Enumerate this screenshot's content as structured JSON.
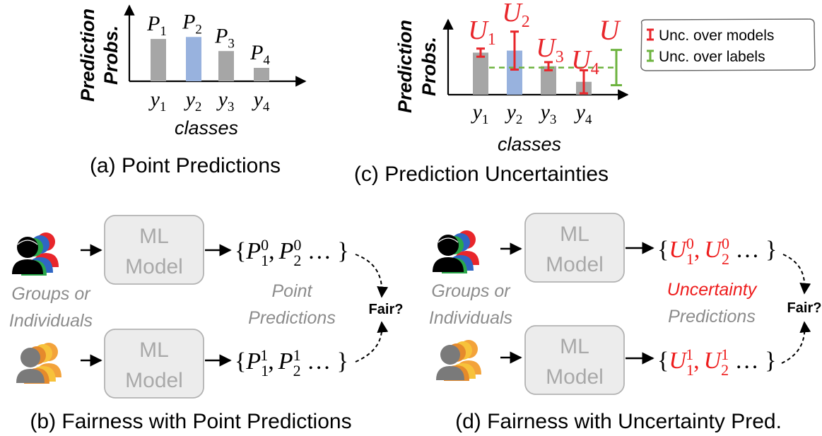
{
  "panel_a": {
    "caption": "(a) Point Predictions",
    "ylabel_line1": "Prediction",
    "ylabel_line2": "Probs.",
    "xlabel": "classes"
  },
  "panel_c": {
    "caption": "(c) Prediction Uncertainties",
    "ylabel_line1": "Prediction",
    "ylabel_line2": "Probs.",
    "xlabel": "classes",
    "overall_uncertainty_label": "U",
    "legend": {
      "models": "Unc. over models",
      "labels": "Unc. over labels"
    }
  },
  "panel_b": {
    "caption": "(b) Fairness with Point Predictions",
    "box_top_line1": "ML",
    "box_top_line2": "Model",
    "box_bottom_line1": "ML",
    "box_bottom_line2": "Model",
    "input_line1": "Groups or",
    "input_line2": "Individuals",
    "mid_line1": "Point",
    "mid_line2": "Predictions",
    "question": "Fair?",
    "out_top": {
      "open": "{",
      "sym": "P",
      "sub1": "1",
      "sub2": "2",
      "sup": "0",
      "comma": ",",
      "tail": " … }"
    },
    "out_bottom": {
      "open": "{",
      "sym": "P",
      "sub1": "1",
      "sub2": "2",
      "sup": "1",
      "comma": ",",
      "tail": " … }"
    }
  },
  "panel_d": {
    "caption": "(d) Fairness with Uncertainty Pred.",
    "box_top_line1": "ML",
    "box_top_line2": "Model",
    "box_bottom_line1": "ML",
    "box_bottom_line2": "Model",
    "input_line1": "Groups or",
    "input_line2": "Individuals",
    "mid_line1": "Uncertainty",
    "mid_line2": "Predictions",
    "question": "Fair?",
    "out_top": {
      "open": "{",
      "sym": "U",
      "sub1": "1",
      "sub2": "2",
      "sup": "0",
      "comma": ",",
      "tail": " … }"
    },
    "out_bottom": {
      "open": "{",
      "sym": "U",
      "sub1": "1",
      "sub2": "2",
      "sup": "1",
      "comma": ",",
      "tail": " … }"
    }
  },
  "chart_data": [
    {
      "type": "bar",
      "panel": "a",
      "categories": [
        "y1",
        "y2",
        "y3",
        "y4"
      ],
      "category_labels": [
        {
          "sym": "y",
          "sub": "1"
        },
        {
          "sym": "y",
          "sub": "2"
        },
        {
          "sym": "y",
          "sub": "3"
        },
        {
          "sym": "y",
          "sub": "4"
        }
      ],
      "bar_labels": [
        {
          "sym": "P",
          "sub": "1"
        },
        {
          "sym": "P",
          "sub": "2"
        },
        {
          "sym": "P",
          "sub": "3"
        },
        {
          "sym": "P",
          "sub": "4"
        }
      ],
      "values": [
        0.63,
        0.66,
        0.45,
        0.2
      ],
      "highlight_index": 1,
      "ylim": [
        0,
        1
      ],
      "xlabel": "classes",
      "ylabel": "Prediction Probs.",
      "grid": false
    },
    {
      "type": "bar",
      "panel": "c",
      "categories": [
        "y1",
        "y2",
        "y3",
        "y4"
      ],
      "category_labels": [
        {
          "sym": "y",
          "sub": "1"
        },
        {
          "sym": "y",
          "sub": "2"
        },
        {
          "sym": "y",
          "sub": "3"
        },
        {
          "sym": "y",
          "sub": "4"
        }
      ],
      "bar_labels": [
        {
          "sym": "U",
          "sub": "1"
        },
        {
          "sym": "U",
          "sub": "2"
        },
        {
          "sym": "U",
          "sub": "3"
        },
        {
          "sym": "U",
          "sub": "4"
        }
      ],
      "values": [
        0.62,
        0.65,
        0.42,
        0.19
      ],
      "model_uncertainty": [
        0.06,
        0.28,
        0.06,
        0.17
      ],
      "label_uncertainty": {
        "center": 0.4,
        "half_width": 0.26
      },
      "highlight_index": 1,
      "ylim": [
        0,
        1
      ],
      "xlabel": "classes",
      "ylabel": "Prediction Probs.",
      "grid": false,
      "legend_position": "top-right"
    }
  ],
  "colors": {
    "bar": "#a6a6a6",
    "bar_highlight": "#98b2de",
    "model_unc": "#e8262b",
    "label_unc": "#6db33f",
    "box_fill": "#ececec",
    "box_stroke": "#b2b2b2",
    "box_text": "#a9a9a9",
    "italic_gray": "#8c8c8c",
    "uncertainty_text": "#ee1c1c",
    "text": "#000000"
  }
}
